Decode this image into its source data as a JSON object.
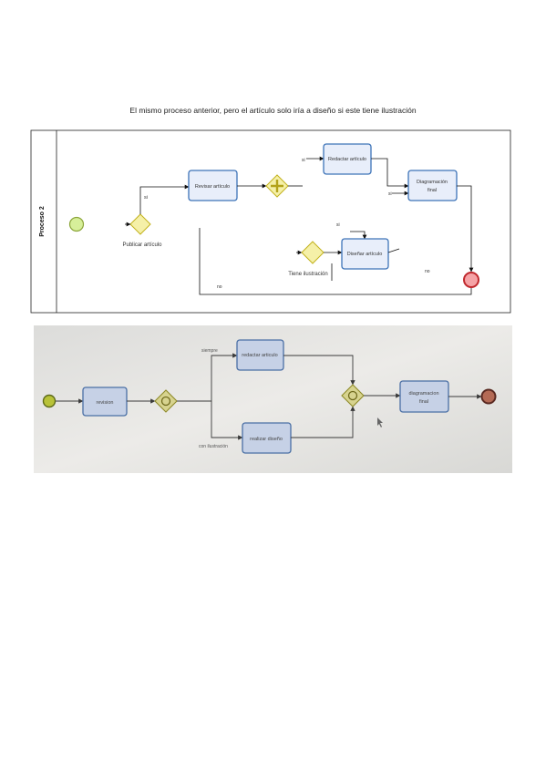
{
  "caption": "El mismo proceso anterior, pero el artículo solo iría a diseño si este tiene ilustración",
  "diagram1": {
    "pool_label": "Proceso 2",
    "tasks": {
      "revisar": "Revisar artículo",
      "redactar": "Redactar artículo",
      "diagramacion_line1": "Diagramación",
      "diagramacion_line2": "final",
      "disenar": "Diseñar artículo"
    },
    "gateways": {
      "publicar": "Publicar artículo",
      "ilustracion": "Tiene ilustración"
    },
    "flow_labels": {
      "si1": "si",
      "no_bottom": "no",
      "si_top": "si",
      "no_right": "no",
      "si_mid": "si"
    }
  },
  "diagram2": {
    "tasks": {
      "revision": "revision",
      "redactar": "redactar articulo",
      "realizar": "realizar diseño",
      "diag_line1": "diagramacion",
      "diag_line2": "final"
    },
    "flow_labels": {
      "siempre": "siempre",
      "con_ilustracion": "con ilustración"
    }
  },
  "colors": {
    "task_fill": "#e8eefa",
    "task_stroke": "#3d73b8",
    "gateway_fill": "#f5f0a8",
    "gateway_stroke": "#c2b21c",
    "start_fill": "#d7ef9a",
    "start_stroke": "#8ca53a",
    "end_fill": "#f5a3a6",
    "end_stroke": "#c0282d",
    "photo_bg": "#e4e4e2"
  }
}
